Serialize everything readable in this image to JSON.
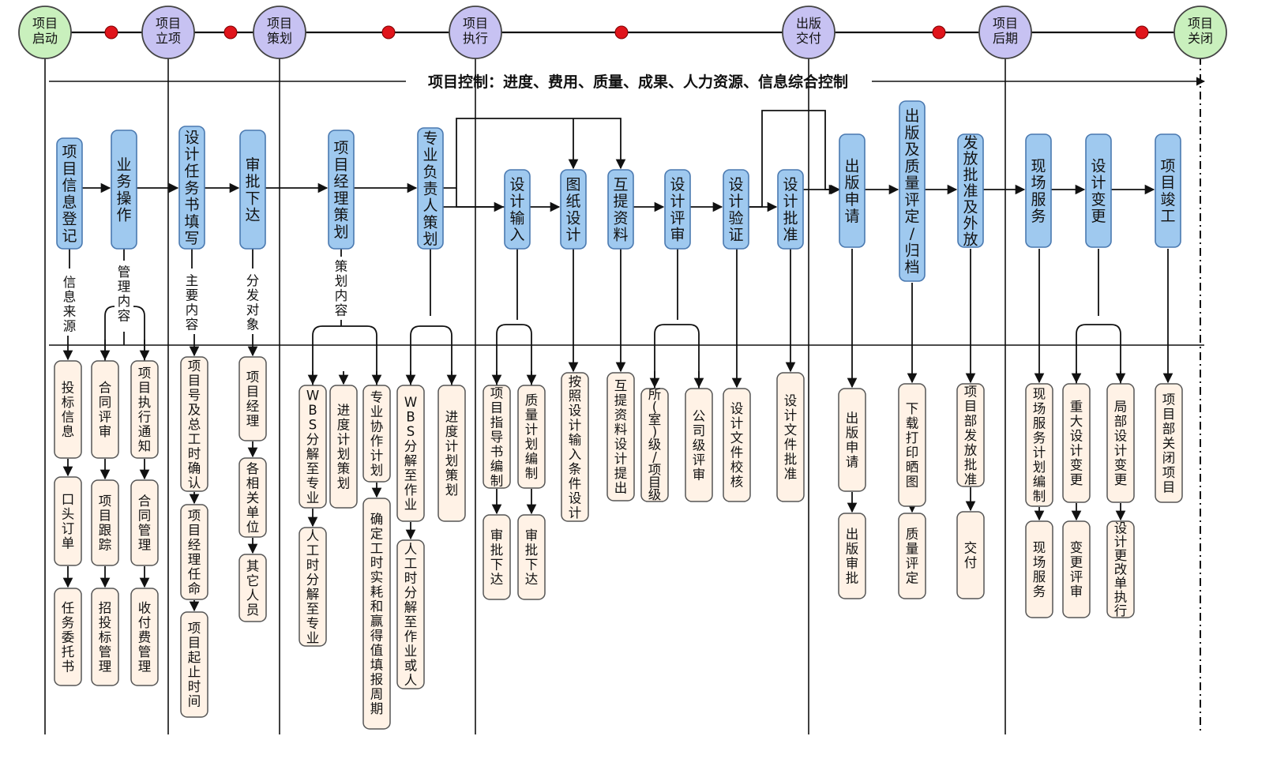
{
  "phases": [
    {
      "label": "项目\n启动",
      "color": "#c9f0bd"
    },
    {
      "label": "项目\n立项",
      "color": "#c7c2f2"
    },
    {
      "label": "项目\n策划",
      "color": "#c7c2f2"
    },
    {
      "label": "项目\n执行",
      "color": "#c7c2f2"
    },
    {
      "label": "出版\n交付",
      "color": "#c7c2f2"
    },
    {
      "label": "项目\n后期",
      "color": "#c7c2f2"
    },
    {
      "label": "项目\n关闭",
      "color": "#c9f0bd"
    }
  ],
  "control_label": "项目控制：进度、费用、质量、成果、人力资源、信息综合控制",
  "steps": [
    "项目信息登记",
    "业务操作",
    "设计任务书填写",
    "审批下达",
    "项目经理策划",
    "专业负责人策划",
    "设计输入",
    "图纸设计",
    "互提资料",
    "设计评审",
    "设计验证",
    "设计批准",
    "出版申请",
    "出版及质量评定/归档",
    "发放批准及外放",
    "现场服务",
    "设计变更",
    "项目竣工"
  ],
  "connector_labels": [
    "信息来源",
    "管理内容",
    "主要内容",
    "分发对象",
    "策划内容"
  ],
  "details": [
    "投标信息",
    "口头订单",
    "任务委托书",
    "合同评审",
    "项目跟踪",
    "招投标管理",
    "项目执行通知",
    "合同管理",
    "收付费管理",
    "项目号及总工时确认",
    "项目经理任命",
    "项目起止时间",
    "项目经理",
    "各相关单位",
    "其它人员",
    "WBS分解至专业",
    "人工时分解至专业",
    "进度计划策划",
    "专业协作计划",
    "确定工时实耗和赢得值填报周期",
    "WBS分解至作业",
    "人工时分解至作业或人",
    "进度计划策划",
    "项目指导书编制",
    "审批下达",
    "质量计划编制",
    "审批下达",
    "按照设计输入条件设计",
    "互提资料设计提出",
    "所(室)级/项目级",
    "公司级评审",
    "设计文件校核",
    "设计文件批准",
    "出版申请",
    "出版审批",
    "下载打印晒图",
    "质量评定",
    "项目部发放批准",
    "交付",
    "现场服务计划编制",
    "现场服务",
    "重大设计变更",
    "变更评审",
    "局部设计变更",
    "设计更改单执行",
    "项目部关闭项目"
  ],
  "colors": {
    "step_fill": "#9fc9ef",
    "step_stroke": "#4a79b0",
    "detail_fill": "#fff2e6",
    "detail_stroke": "#555555",
    "node_red": "#e0141b",
    "line": "#111111",
    "phase_stroke": "#444444"
  }
}
